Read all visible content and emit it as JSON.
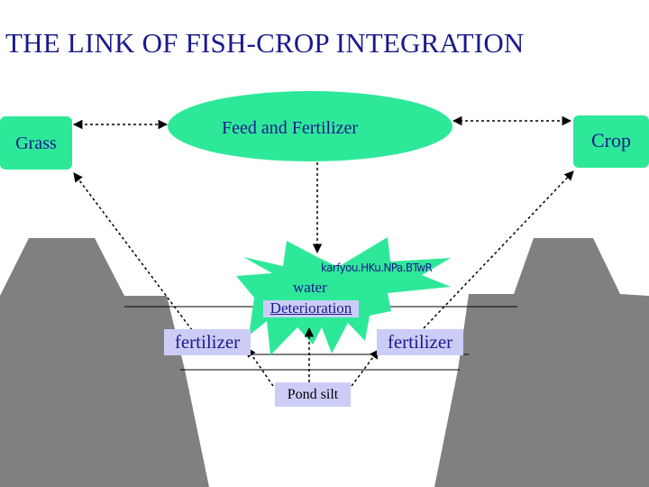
{
  "title": "THE LINK OF FISH-CROP INTEGRATION",
  "nodes": {
    "grass": "Grass",
    "feed": "Feed and Fertilizer",
    "crop": "Crop",
    "water_line1": "water",
    "water_line2": "Deterioration",
    "fertilizer_left": "fertilizer",
    "fertilizer_right": "fertilizer",
    "pond_silt": "Pond silt",
    "star_caption": "karfyou.HKu.NPa.BTwR"
  },
  "colors": {
    "node_fill": "#2ee89a",
    "label_fill": "#cccdf6",
    "ground": "#808080",
    "text": "#1a1a8c"
  }
}
